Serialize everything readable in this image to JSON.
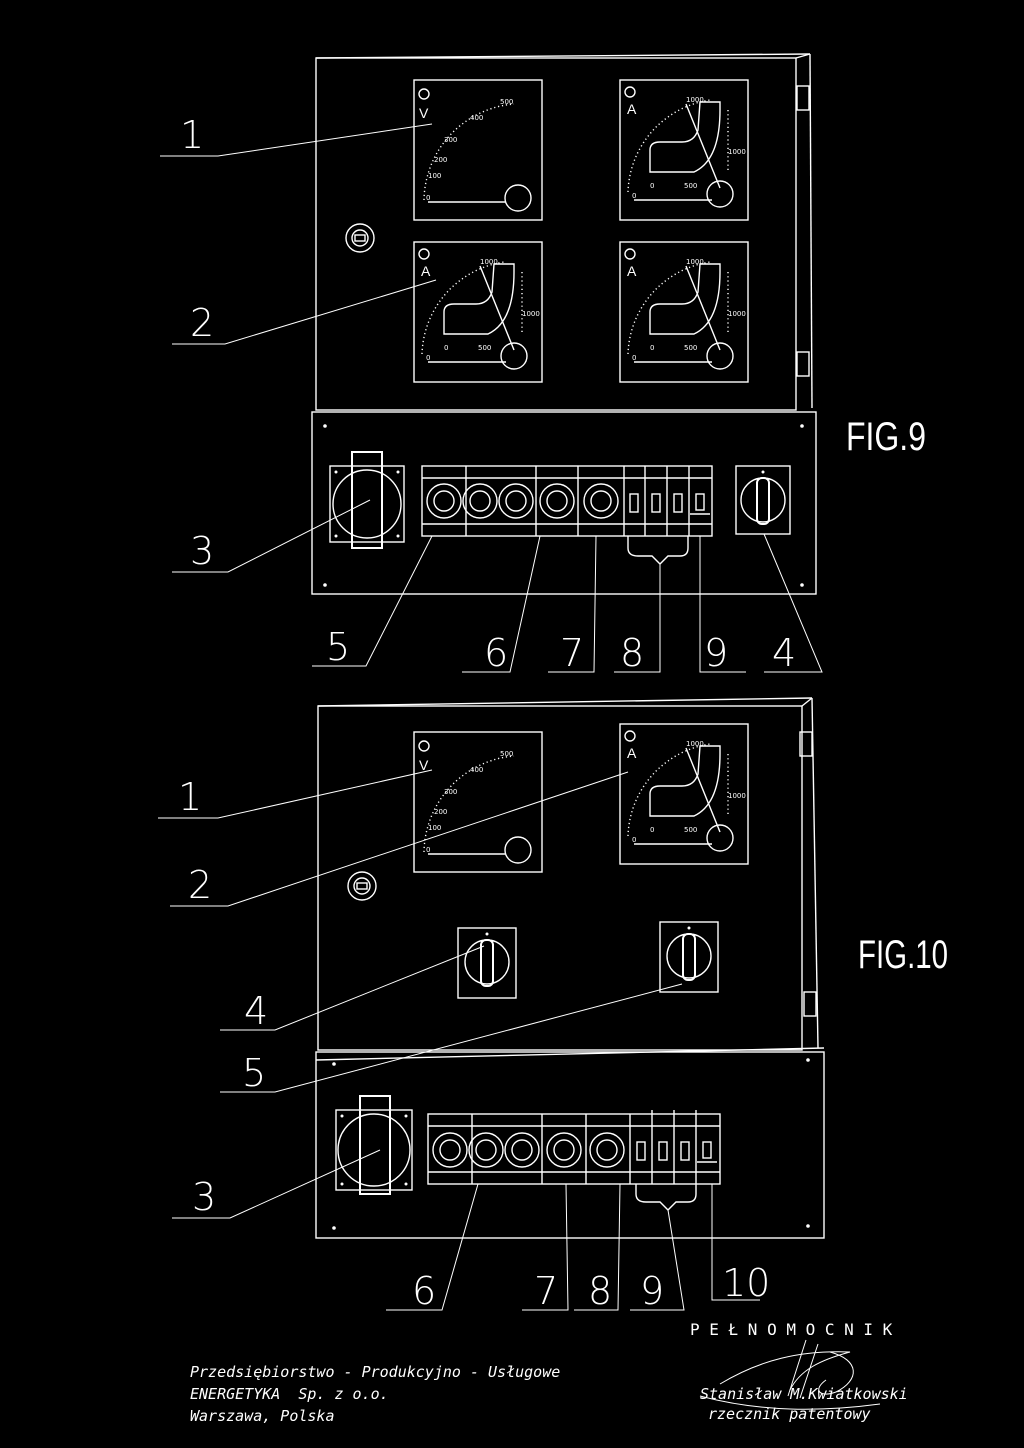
{
  "figures": [
    {
      "caption": "FIG.9",
      "callouts": [
        "1",
        "2",
        "3",
        "5",
        "6",
        "7",
        "8",
        "9",
        "4"
      ]
    },
    {
      "caption": "FIG.10",
      "callouts": [
        "1",
        "2",
        "4",
        "5",
        "3",
        "6",
        "7",
        "8",
        "9",
        "10"
      ]
    }
  ],
  "meters": {
    "voltmeter": {
      "symbol": "V",
      "scale": [
        "100",
        "200",
        "300",
        "400",
        "500"
      ],
      "zero": "0"
    },
    "ammeter": {
      "symbol": "A",
      "scale": [
        "0",
        "500",
        "1000",
        "1000"
      ],
      "zero": "0"
    }
  },
  "footer": {
    "company_line1": "Przedsiębiorstwo - Produkcyjno - Usługowe",
    "company_line2": "ENERGETYKA  Sp. z o.o.",
    "company_line3": "Warszawa, Polska",
    "attorney_title": "P E Ł N O M O C N I K",
    "attorney_name": "Stanisław M.Kwiatkowski",
    "attorney_role": "rzecznik patentowy"
  }
}
